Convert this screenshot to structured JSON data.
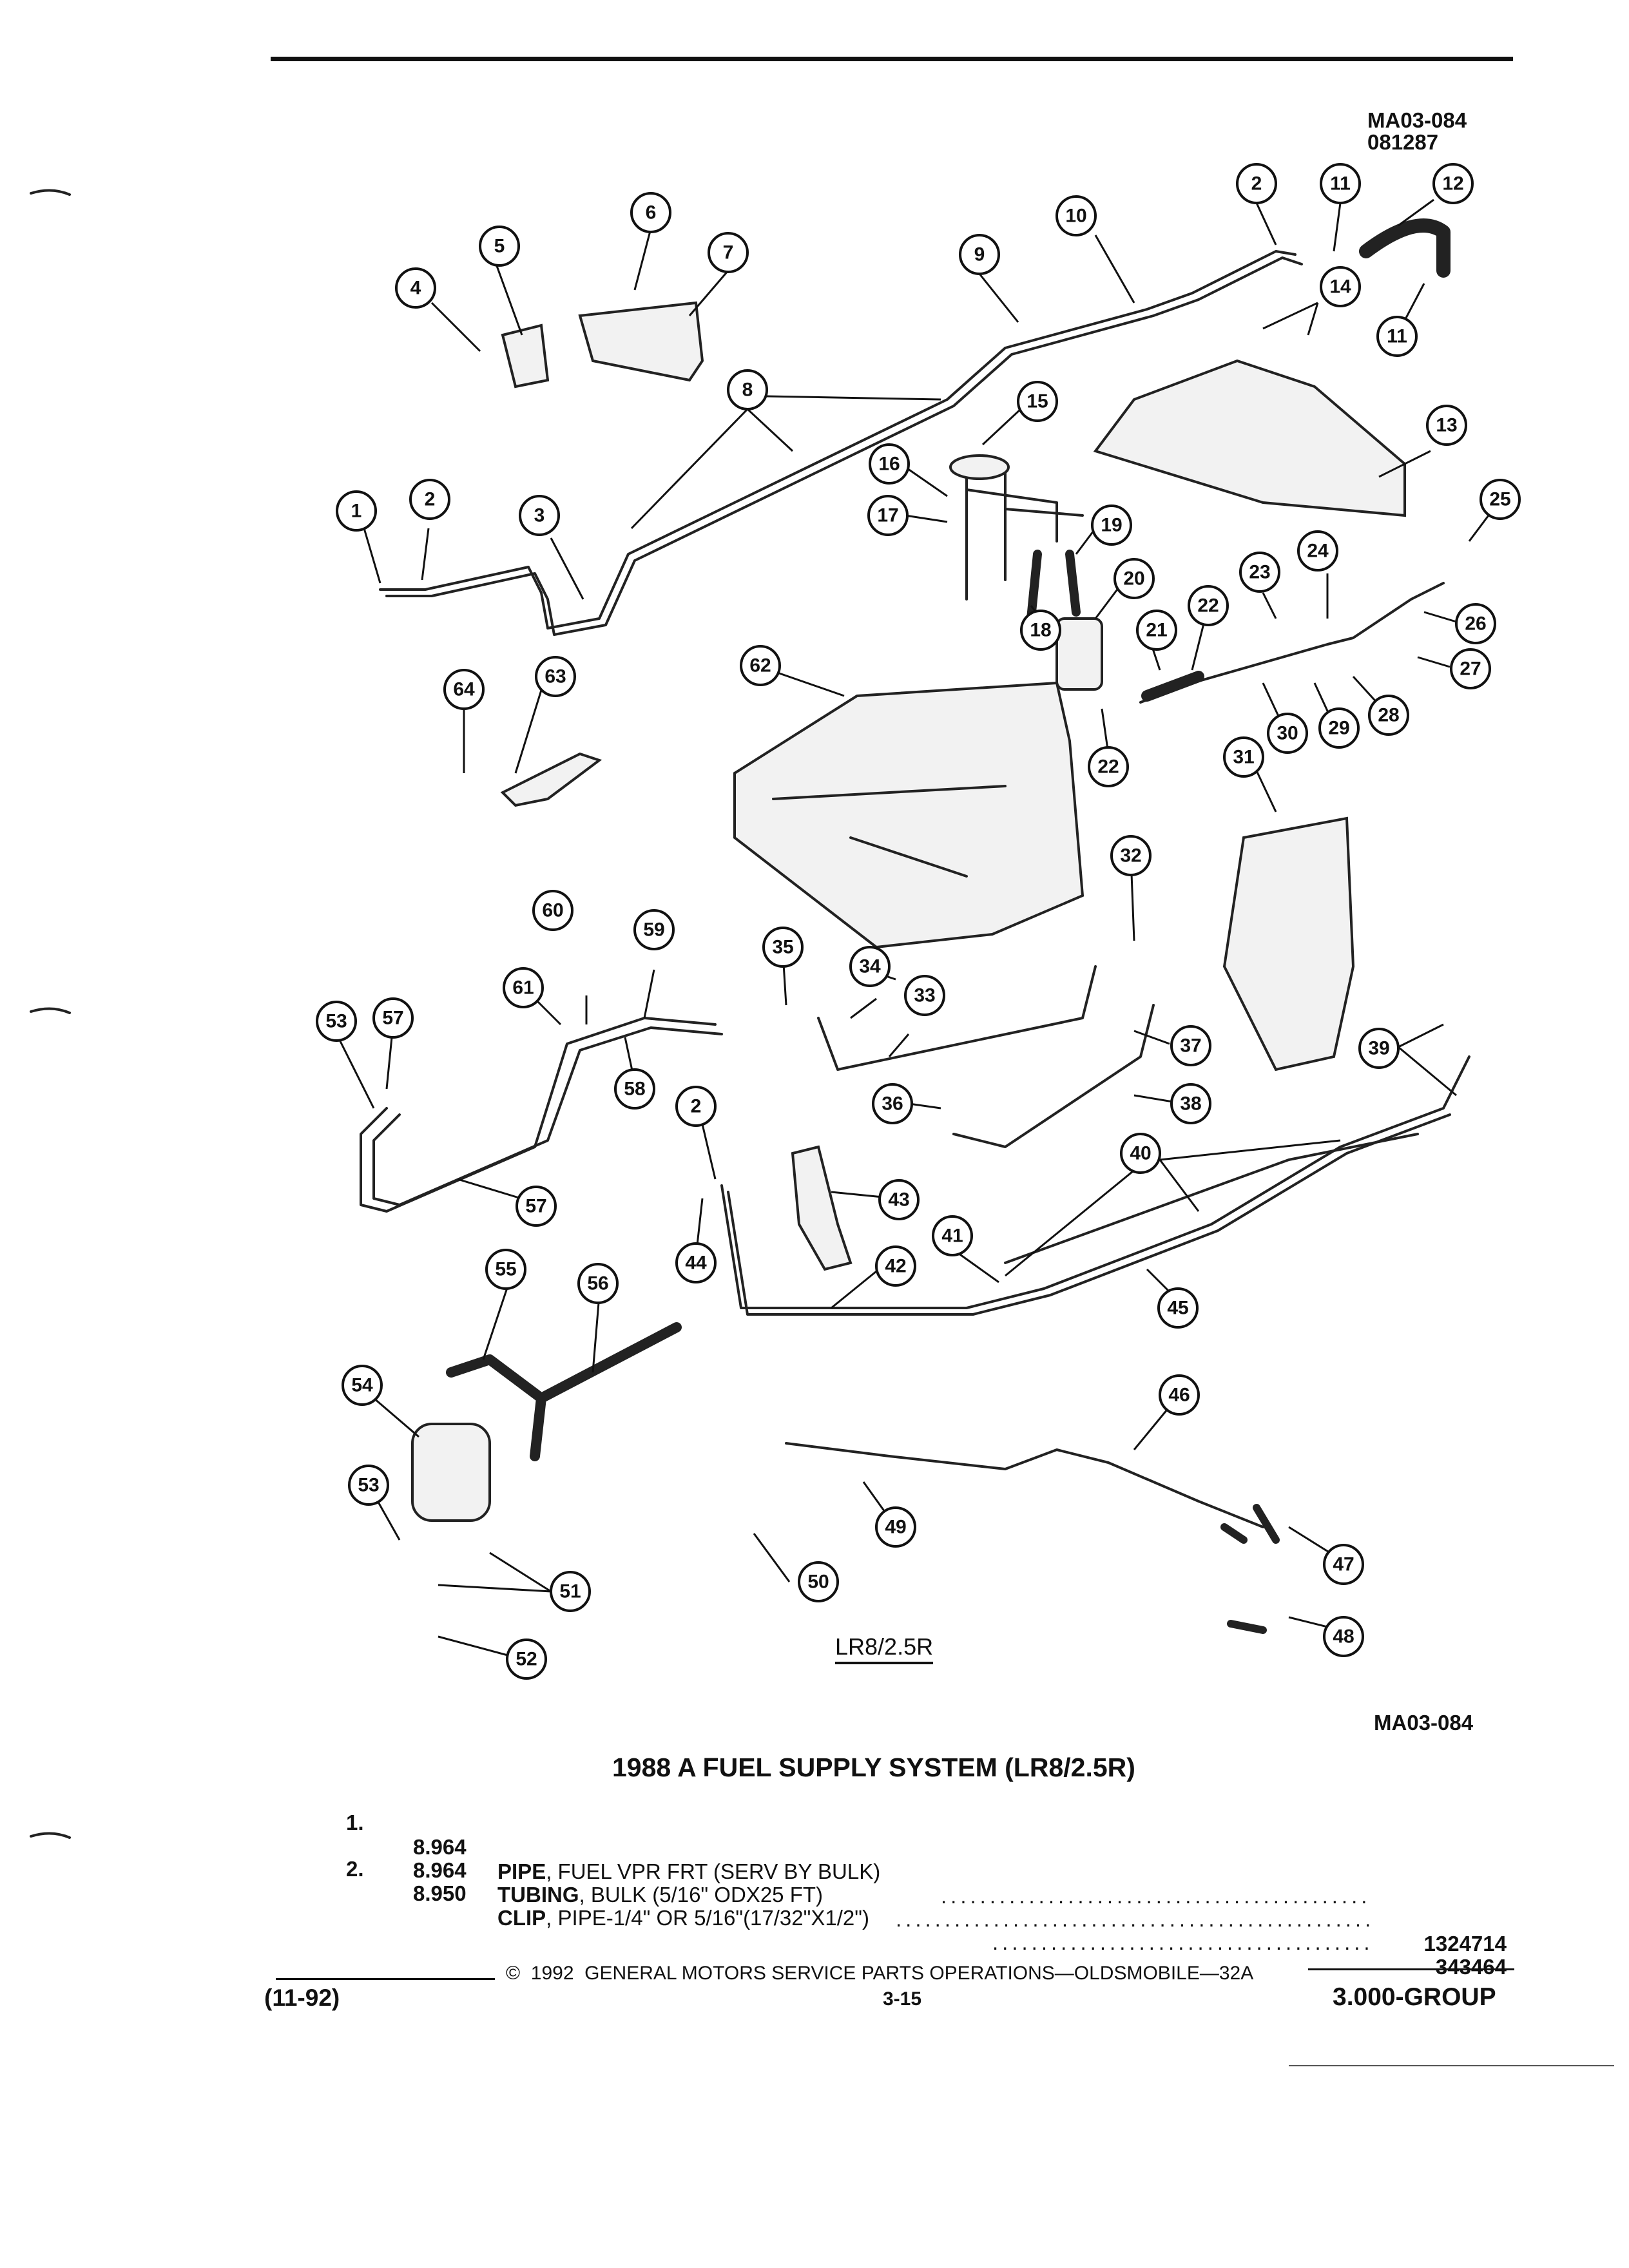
{
  "header": {
    "figure_code_top": "MA03-084",
    "figure_date": "081287"
  },
  "callouts": [
    "1",
    "2",
    "3",
    "4",
    "5",
    "6",
    "7",
    "8",
    "9",
    "10",
    "11",
    "12",
    "13",
    "14",
    "15",
    "16",
    "17",
    "18",
    "19",
    "20",
    "21",
    "22",
    "23",
    "24",
    "25",
    "26",
    "27",
    "28",
    "29",
    "30",
    "31",
    "32",
    "33",
    "34",
    "35",
    "36",
    "37",
    "38",
    "39",
    "40",
    "41",
    "42",
    "43",
    "44",
    "45",
    "46",
    "47",
    "48",
    "49",
    "50",
    "51",
    "52",
    "53",
    "54",
    "55",
    "56",
    "57",
    "58",
    "59",
    "60",
    "61",
    "62",
    "63",
    "64"
  ],
  "diagram": {
    "engine_label": "LR8/2.5R",
    "figure_code_bottom": "MA03-084"
  },
  "section": {
    "title": "1988 A FUEL SUPPLY SYSTEM (LR8/2.5R)"
  },
  "parts": [
    {
      "ref": "1.",
      "code": "8.964",
      "name": "PIPE",
      "desc": ", FUEL VPR FRT (SERV BY BULK)",
      "number": ""
    },
    {
      "ref": "",
      "code": "8.964",
      "name": "TUBING",
      "desc": ", BULK (5/16\" ODX25 FT)",
      "number": "1324714"
    },
    {
      "ref": "2.",
      "code": "8.950",
      "name": "CLIP",
      "desc": ", PIPE-1/4\" OR 5/16\"(17/32\"X1/2\")",
      "number": "343464"
    }
  ],
  "footer": {
    "copyright": "©  1992  GENERAL MOTORS SERVICE PARTS OPERATIONS—OLDSMOBILE—32A",
    "date_code": "(11-92)",
    "page_number": "3-15",
    "group": "3.000-GROUP"
  }
}
